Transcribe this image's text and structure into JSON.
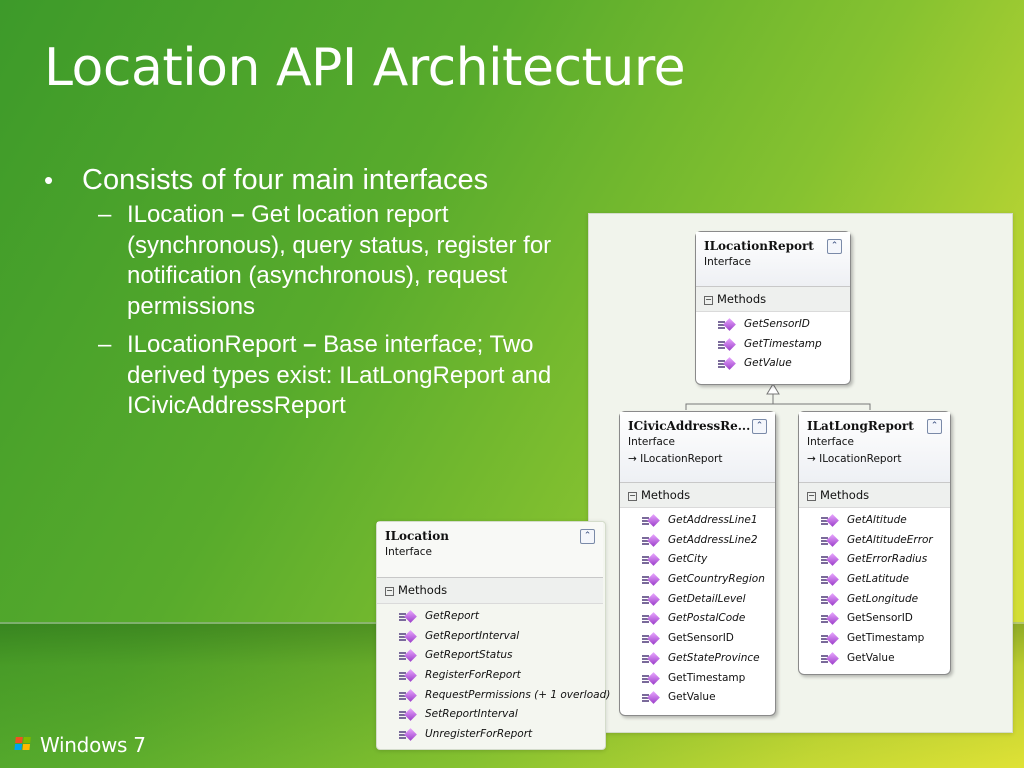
{
  "slide": {
    "title": "Location API Architecture",
    "bullets": [
      {
        "text": "Consists of four main interfaces",
        "sub": [
          {
            "name": "ILocation",
            "sep": "–",
            "text": "Get location report (synchronous), query status, register for notification (asynchronous), request permissions"
          },
          {
            "name": "ILocationReport",
            "sep": "–",
            "text": "Base interface; Two derived types exist: ILatLongReport and ICivicAddressReport"
          }
        ]
      }
    ]
  },
  "diagram": {
    "section_label": "Methods",
    "collapse_symbol": "⌃",
    "classes": {
      "ilocationreport": {
        "name": "ILocationReport",
        "kind": "Interface",
        "methods": [
          "GetSensorID",
          "GetTimestamp",
          "GetValue"
        ]
      },
      "icivic": {
        "name": "ICivicAddressRe...",
        "kind": "Interface",
        "base": "→ ILocationReport",
        "methods": [
          "GetAddressLine1",
          "GetAddressLine2",
          "GetCity",
          "GetCountryRegion",
          "GetDetailLevel",
          "GetPostalCode",
          "GetSensorID",
          "GetStateProvince",
          "GetTimestamp",
          "GetValue"
        ]
      },
      "ilatlong": {
        "name": "ILatLongReport",
        "kind": "Interface",
        "base": "→ ILocationReport",
        "methods": [
          "GetAltitude",
          "GetAltitudeError",
          "GetErrorRadius",
          "GetLatitude",
          "GetLongitude",
          "GetSensorID",
          "GetTimestamp",
          "GetValue"
        ]
      },
      "ilocation": {
        "name": "ILocation",
        "kind": "Interface",
        "methods": [
          "GetReport",
          "GetReportInterval",
          "GetReportStatus",
          "RegisterForReport",
          "RequestPermissions (+ 1 overload)",
          "SetReportInterval",
          "UnregisterForReport"
        ]
      }
    }
  },
  "footer": {
    "logo_text": "Windows 7"
  },
  "colors": {
    "bg_start": "#3d9a2a",
    "bg_end": "#dfe236",
    "flag": [
      "#f25022",
      "#7fba00",
      "#00a4ef",
      "#ffb900"
    ]
  }
}
